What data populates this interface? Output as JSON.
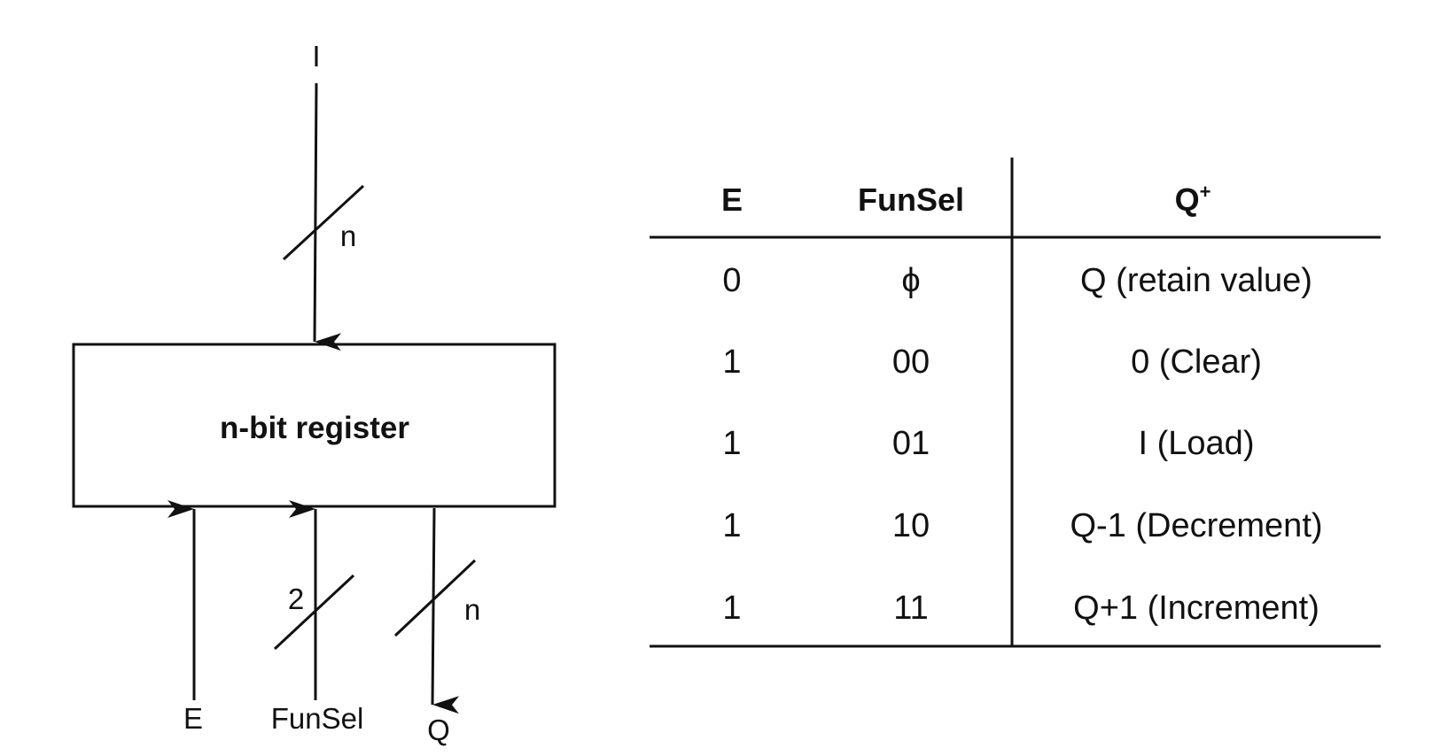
{
  "register": {
    "title": "n-bit register",
    "input_label": "I",
    "input_width": "n",
    "outputs": [
      {
        "label": "E",
        "width": ""
      },
      {
        "label": "FunSel",
        "width": "2"
      },
      {
        "label": "Q",
        "width": "n"
      }
    ]
  },
  "table": {
    "headers": {
      "e": "E",
      "funsel": "FunSel",
      "q": "Q",
      "q_sup": "+"
    },
    "rows": [
      {
        "e": "0",
        "funsel": "ϕ",
        "q": "Q (retain value)"
      },
      {
        "e": "1",
        "funsel": "00",
        "q": "0 (Clear)"
      },
      {
        "e": "1",
        "funsel": "01",
        "q": "I (Load)"
      },
      {
        "e": "1",
        "funsel": "10",
        "q": "Q-1 (Decrement)"
      },
      {
        "e": "1",
        "funsel": "11",
        "q": "Q+1 (Increment)"
      }
    ]
  }
}
